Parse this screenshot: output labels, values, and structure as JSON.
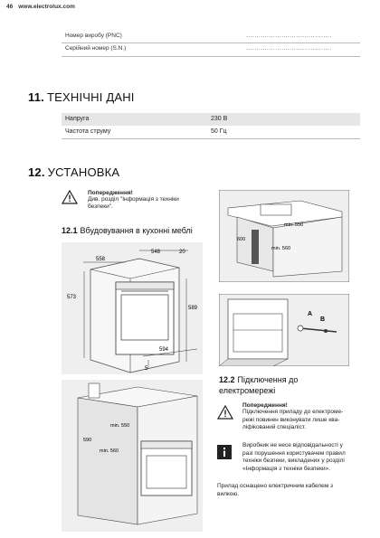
{
  "header": {
    "page_number": "46",
    "site": "www.electrolux.com"
  },
  "id_rows": [
    {
      "label": "Номер виробу (PNC)",
      "value": "........................................."
    },
    {
      "label": "Серійний номер (S.N.)",
      "value": "........................................."
    }
  ],
  "tech": {
    "number": "11.",
    "title": "ТЕХНІЧНІ ДАНІ",
    "rows": [
      {
        "label": "Напруга",
        "value": "230 В"
      },
      {
        "label": "Частота струму",
        "value": "50 Гц"
      }
    ]
  },
  "install": {
    "number": "12.",
    "title": "УСТАНОВКА",
    "warning_title": "Попередження!",
    "warning_text_1": "Див. розділ \"Інформація з техніки",
    "warning_text_2": "безпеки\".",
    "sub1_number": "12.1",
    "sub1_title": "Вбудовування в кухонні меблі",
    "sub2_number": "12.2",
    "sub2_title_1": "Підключення до",
    "sub2_title_2": "електромережі",
    "warn2_title": "Попередження!",
    "warn2_lines": [
      "Підключення приладу до електроме-",
      "режі повинен виконувати лише ква-",
      "ліфікований спеціаліст."
    ],
    "info_lines": [
      "Виробник не несе відповідальності у",
      "разі порушення користувачем правил",
      "техніки безпеки, викладених у розділі",
      "«Інформація з техніки безпеки»."
    ],
    "final_lines": [
      "Прилад оснащено електричним кабелем з",
      "вилкою."
    ]
  },
  "diagram_labels": {
    "d1": {
      "w548": "548",
      "w20": "20",
      "w558": "558",
      "h573": "573",
      "h589": "589",
      "w594": "594",
      "w5": "5"
    },
    "d2": {
      "min550": "min. 550",
      "h600": "600",
      "min560": "min. 560"
    },
    "d3": {
      "a": "A",
      "b": "B"
    },
    "d4": {
      "min550": "min. 550",
      "h590": "590",
      "min560": "min. 560"
    }
  },
  "colors": {
    "text": "#222222",
    "table_shade": "#e6e6e6",
    "separator": "#bbbbbb"
  }
}
